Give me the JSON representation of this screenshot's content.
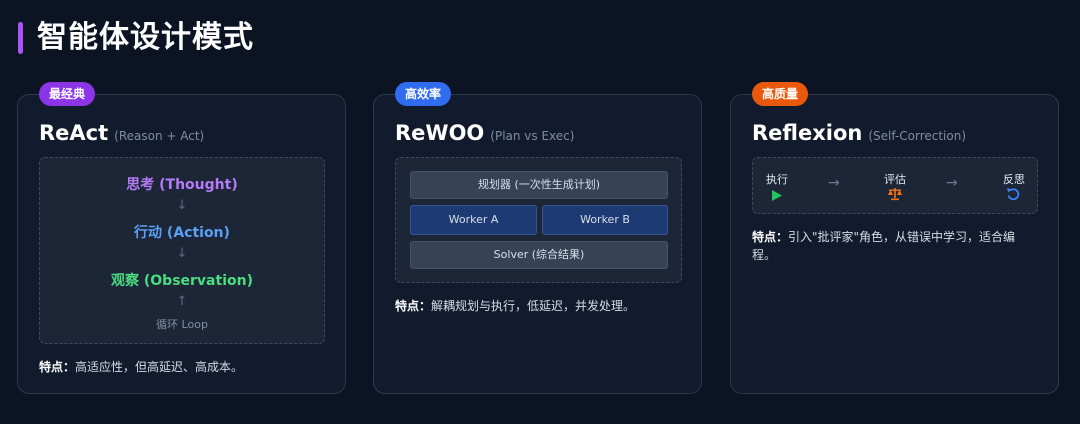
{
  "page": {
    "title": "智能体设计模式"
  },
  "cards": [
    {
      "badge": "最经典",
      "name": "ReAct",
      "subtitle": "(Reason + Act)",
      "steps": [
        {
          "label": "思考 (Thought)",
          "color": "#b57bf7"
        },
        {
          "label": "行动 (Action)",
          "color": "#5aa0f5"
        },
        {
          "label": "观察 (Observation)",
          "color": "#4ade80"
        }
      ],
      "loop_label": "循环 Loop",
      "feature_label": "特点：",
      "feature_text": "高适应性，但高延迟、高成本。"
    },
    {
      "badge": "高效率",
      "name": "ReWOO",
      "subtitle": "(Plan vs Exec)",
      "planner": "规划器 (一次性生成计划)",
      "workers": [
        "Worker A",
        "Worker B"
      ],
      "solver": "Solver (综合结果)",
      "feature_label": "特点：",
      "feature_text": "解耦规划与执行，低延迟，并发处理。"
    },
    {
      "badge": "高质量",
      "name": "Reflexion",
      "subtitle": "(Self-Correction)",
      "nodes": [
        {
          "label": "执行",
          "icon": "play-icon",
          "color": "#22c55e"
        },
        {
          "label": "评估",
          "icon": "scale-icon",
          "color": "#f97316"
        },
        {
          "label": "反思",
          "icon": "undo-icon",
          "color": "#3b82f6"
        }
      ],
      "feature_label": "特点：",
      "feature_text": "引入\"批评家\"角色，从错误中学习，适合编程。"
    }
  ],
  "colors": {
    "accent": "#a855f7",
    "badge_purple": "#8b35e6",
    "badge_blue": "#2f6cf0",
    "badge_orange": "#ea580c"
  }
}
